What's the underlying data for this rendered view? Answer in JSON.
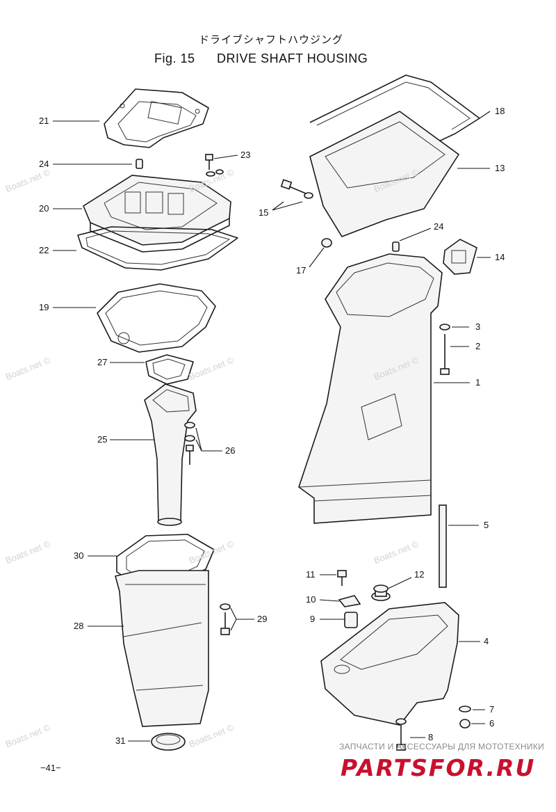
{
  "header": {
    "title_jp": "ドライブシャフトハウジング",
    "fig_label": "Fig. 15",
    "title_en": "DRIVE SHAFT HOUSING"
  },
  "callouts": [
    {
      "id": "c21",
      "text": "21"
    },
    {
      "id": "c24a",
      "text": "24"
    },
    {
      "id": "c23",
      "text": "23"
    },
    {
      "id": "c20",
      "text": "20"
    },
    {
      "id": "c22",
      "text": "22"
    },
    {
      "id": "c19",
      "text": "19"
    },
    {
      "id": "c27",
      "text": "27"
    },
    {
      "id": "c25",
      "text": "25"
    },
    {
      "id": "c26",
      "text": "26"
    },
    {
      "id": "c30",
      "text": "30"
    },
    {
      "id": "c28",
      "text": "28"
    },
    {
      "id": "c29",
      "text": "29"
    },
    {
      "id": "c31",
      "text": "31"
    },
    {
      "id": "c18",
      "text": "18"
    },
    {
      "id": "c13",
      "text": "13"
    },
    {
      "id": "c15",
      "text": "15"
    },
    {
      "id": "c24b",
      "text": "24"
    },
    {
      "id": "c17",
      "text": "17"
    },
    {
      "id": "c14",
      "text": "14"
    },
    {
      "id": "c3",
      "text": "3"
    },
    {
      "id": "c2",
      "text": "2"
    },
    {
      "id": "c1",
      "text": "1"
    },
    {
      "id": "c5",
      "text": "5"
    },
    {
      "id": "c11",
      "text": "11"
    },
    {
      "id": "c12",
      "text": "12"
    },
    {
      "id": "c10",
      "text": "10"
    },
    {
      "id": "c9",
      "text": "9"
    },
    {
      "id": "c4",
      "text": "4"
    },
    {
      "id": "c7",
      "text": "7"
    },
    {
      "id": "c6",
      "text": "6"
    },
    {
      "id": "c8",
      "text": "8"
    }
  ],
  "watermark": "Boats.net ©",
  "page_number": "−41−",
  "brand": {
    "tagline": "ЗАПЧАСТИ И АКСЕССУАРЫ ДЛЯ МОТОТЕХНИКИ",
    "logo": "PARTSFOR.RU",
    "logo_color": "#c8102e"
  }
}
